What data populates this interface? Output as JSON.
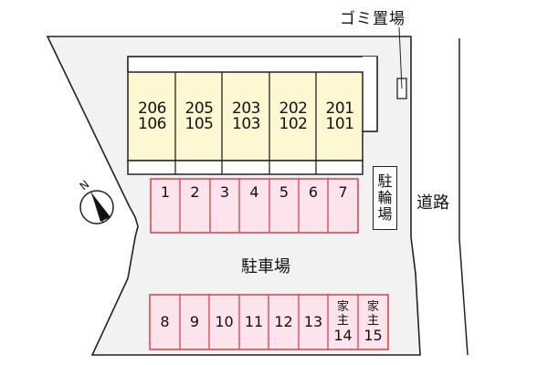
{
  "labels": {
    "garbage": "ゴミ置場",
    "road": "道路",
    "parking": "駐車場",
    "bicycle_parking": [
      "駐",
      "輪",
      "場"
    ],
    "north": "N"
  },
  "units": [
    {
      "upper": "206",
      "lower": "106"
    },
    {
      "upper": "205",
      "lower": "105"
    },
    {
      "upper": "203",
      "lower": "103"
    },
    {
      "upper": "202",
      "lower": "102"
    },
    {
      "upper": "201",
      "lower": "101"
    }
  ],
  "parking_top": [
    "1",
    "2",
    "3",
    "4",
    "5",
    "6",
    "7"
  ],
  "parking_bottom": [
    {
      "num": "8",
      "owner": null
    },
    {
      "num": "9",
      "owner": null
    },
    {
      "num": "10",
      "owner": null
    },
    {
      "num": "11",
      "owner": null
    },
    {
      "num": "12",
      "owner": null
    },
    {
      "num": "13",
      "owner": null
    },
    {
      "num": "14",
      "owner": [
        "家",
        "主"
      ]
    },
    {
      "num": "15",
      "owner": [
        "家",
        "主"
      ]
    }
  ],
  "colors": {
    "lot": "#f2f2f2",
    "building": "#fdf8d2",
    "parking_fill": "#fde4ec",
    "parking_border": "#d8404c",
    "line": "#222222"
  }
}
